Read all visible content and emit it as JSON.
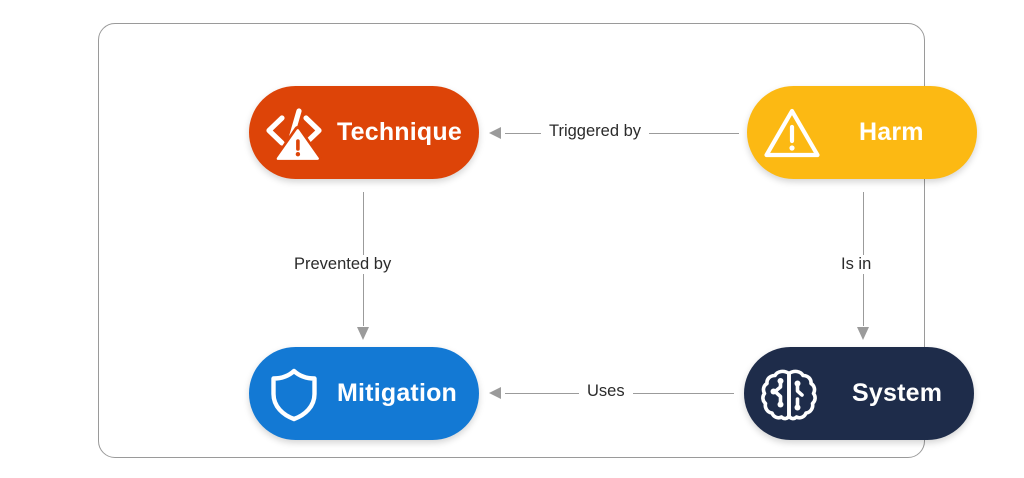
{
  "diagram": {
    "type": "relationship-flow",
    "background_color": "#ffffff",
    "frame_border_color": "#9a9a9a",
    "nodes": [
      {
        "id": "technique",
        "label": "Technique",
        "color": "#dd4408",
        "text_color": "#ffffff",
        "icon": "code-warning-icon",
        "position": "top-left"
      },
      {
        "id": "harm",
        "label": "Harm",
        "color": "#fcb913",
        "text_color": "#ffffff",
        "icon": "warning-triangle-icon",
        "position": "top-right"
      },
      {
        "id": "mitigation",
        "label": "Mitigation",
        "color": "#1379d4",
        "text_color": "#ffffff",
        "icon": "shield-icon",
        "position": "bottom-left"
      },
      {
        "id": "system",
        "label": "System",
        "color": "#1e2c4a",
        "text_color": "#ffffff",
        "icon": "brain-circuit-icon",
        "position": "bottom-right"
      }
    ],
    "edges": [
      {
        "id": "triggered-by",
        "label": "Triggered by",
        "from": "harm",
        "to": "technique",
        "direction": "left",
        "color": "#9b9b9b"
      },
      {
        "id": "prevented-by",
        "label": "Prevented by",
        "from": "technique",
        "to": "mitigation",
        "direction": "down",
        "color": "#9b9b9b"
      },
      {
        "id": "is-in",
        "label": "Is in",
        "from": "harm",
        "to": "system",
        "direction": "down",
        "color": "#9b9b9b"
      },
      {
        "id": "uses",
        "label": "Uses",
        "from": "system",
        "to": "mitigation",
        "direction": "left",
        "color": "#9b9b9b"
      }
    ]
  }
}
